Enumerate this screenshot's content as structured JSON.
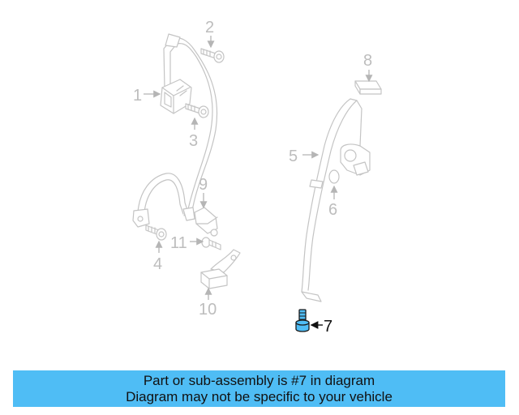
{
  "diagram": {
    "highlighted_part": "7",
    "highlight_color": "#4fbdf5",
    "callouts": [
      {
        "id": "1",
        "label": "1"
      },
      {
        "id": "2",
        "label": "2"
      },
      {
        "id": "3",
        "label": "3"
      },
      {
        "id": "4",
        "label": "4"
      },
      {
        "id": "5",
        "label": "5"
      },
      {
        "id": "6",
        "label": "6"
      },
      {
        "id": "7",
        "label": "7"
      },
      {
        "id": "8",
        "label": "8"
      },
      {
        "id": "9",
        "label": "9"
      },
      {
        "id": "10",
        "label": "10"
      },
      {
        "id": "11",
        "label": "11"
      }
    ]
  },
  "banner": {
    "line1": "Part or sub-assembly is #7 in diagram",
    "line2": "Diagram may not be specific to your vehicle",
    "background": "#4fbdf5"
  }
}
